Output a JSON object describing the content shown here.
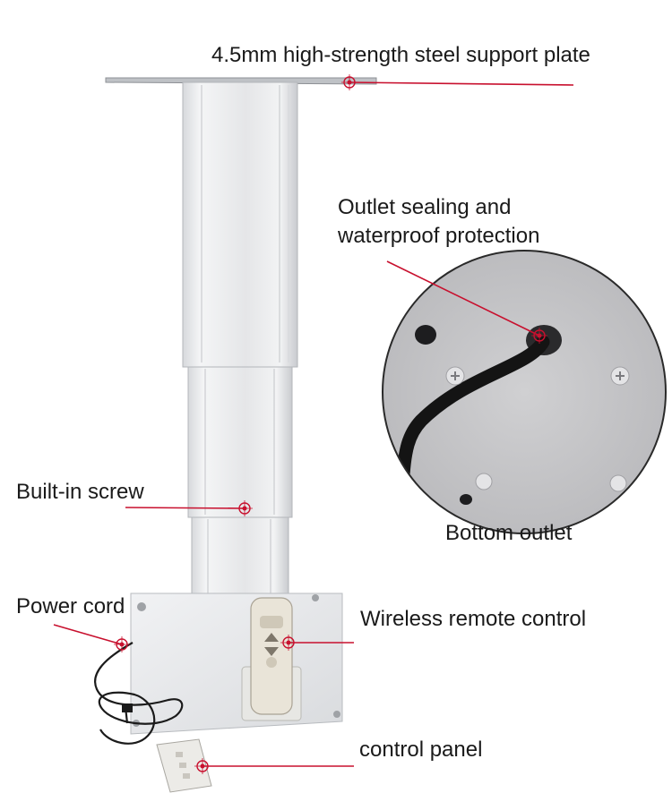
{
  "labels": {
    "support_plate": "4.5mm high-strength steel support plate",
    "outlet_sealing": "Outlet sealing and waterproof protection",
    "built_in_screw": "Built-in screw",
    "bottom_outlet": "Bottom outlet",
    "power_cord": "Power cord",
    "wireless_remote": "Wireless remote control",
    "control_panel": "control panel"
  },
  "colors": {
    "callout": "#c8102e",
    "metal_light": "#e9eaed",
    "metal_mid": "#cfd1d5",
    "cable": "#1b1b1b",
    "remote": "#e6e0d4"
  }
}
